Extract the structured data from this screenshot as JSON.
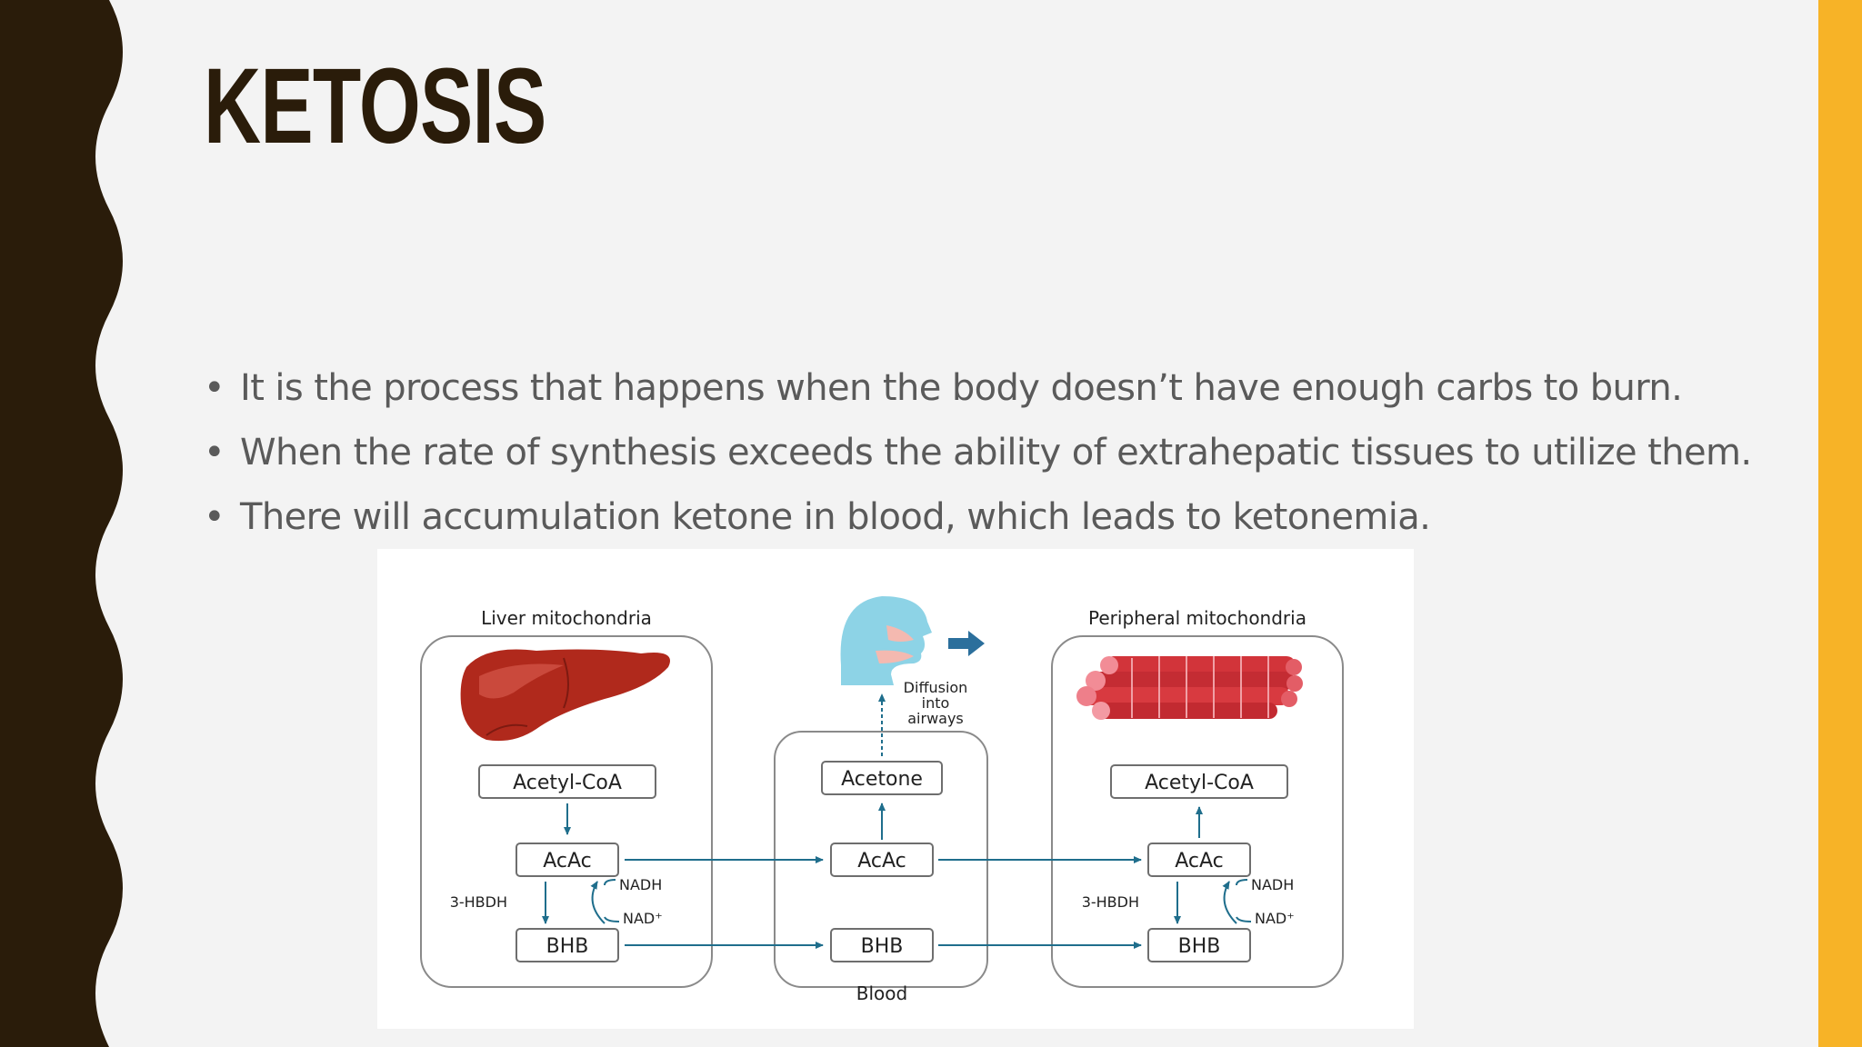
{
  "slide": {
    "title": "KETOSIS",
    "bullets": [
      "It is the process that happens when the body doesn’t have enough carbs to burn.",
      "When the rate of synthesis exceeds the ability of extrahepatic tissues to utilize them.",
      "There will accumulation ketone in blood, which leads to ketonemia."
    ],
    "bullet_marker": "•"
  },
  "diagram": {
    "liver": {
      "heading": "Liver mitochondria",
      "acetyl": "Acetyl-CoA",
      "acac": "AcAc",
      "enzyme": "3-HBDH",
      "nadh": "NADH",
      "nad": "NAD⁺",
      "bhb": "BHB",
      "icon": "liver-icon"
    },
    "blood": {
      "heading": "Blood",
      "acetone": "Acetone",
      "acac": "AcAc",
      "bhb": "BHB",
      "diffusion": [
        "Diffusion",
        "into",
        "airways"
      ],
      "icon": "human-head-icon"
    },
    "peripheral": {
      "heading": "Peripheral mitochondria",
      "acetyl": "Acetyl-CoA",
      "acac": "AcAc",
      "enzyme": "3-HBDH",
      "nadh": "NADH",
      "nad": "NAD⁺",
      "bhb": "BHB",
      "icon": "muscle-fibers-icon"
    }
  },
  "colors": {
    "left_band": "#2a1c0a",
    "right_bar": "#f7b327",
    "arrow": "#1f6e8c",
    "box_border": "#6e6e6e"
  }
}
